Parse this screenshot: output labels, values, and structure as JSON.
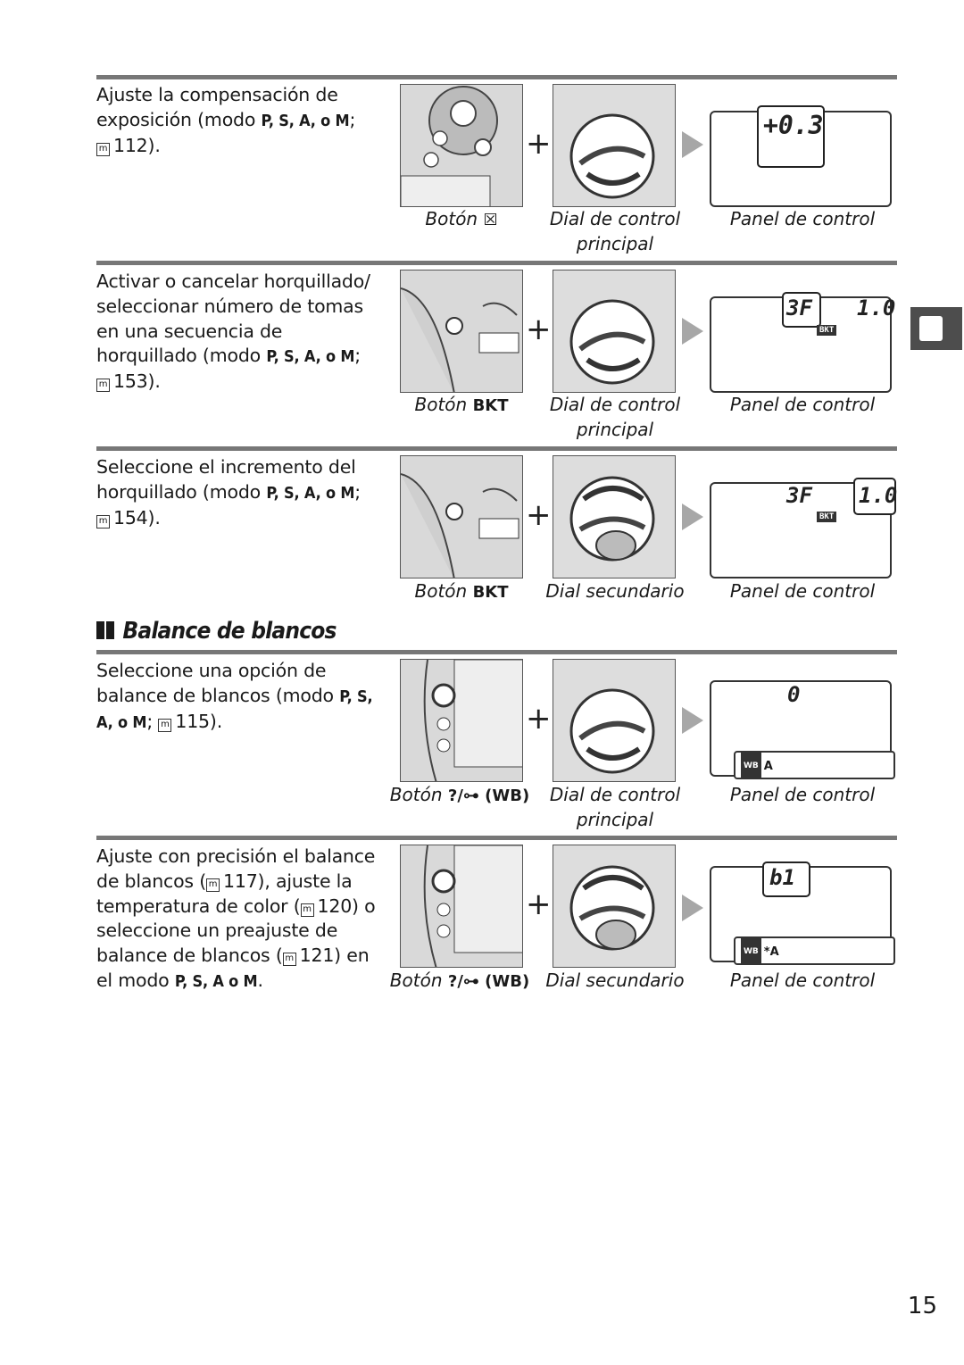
{
  "rows": [
    {
      "desc_before": "Ajuste la compensación de exposición (modo ",
      "modes": "P, S, A, o M",
      "desc_after": "; ",
      "ref_page": "112).",
      "captions": {
        "button": "Botón ",
        "button_symbol": "☒",
        "dial": "Dial de control principal",
        "panel": "Panel de control"
      },
      "lcd": "+0.3"
    },
    {
      "desc_before": "Activar o cancelar horquillado/ seleccionar número de tomas en una secuencia de horquillado (modo ",
      "modes": "P, S, A, o M",
      "desc_after": "; ",
      "ref_page": "153).",
      "captions": {
        "button": "Botón ",
        "button_symbol": "BKT",
        "dial": "Dial de control principal",
        "panel": "Panel de control"
      },
      "lcd_left": "3F",
      "lcd_right": "1.0"
    },
    {
      "desc_before": "Seleccione el incremento del horquillado (modo ",
      "modes": "P, S, A, o M",
      "desc_after": "; ",
      "ref_page": "154).",
      "captions": {
        "button": "Botón ",
        "button_symbol": "BKT",
        "dial": "Dial secundario",
        "panel": "Panel de control"
      },
      "lcd_left": "3F",
      "lcd_right": "1.0"
    },
    {
      "desc_before": "Seleccione una opción de balance de blancos (modo ",
      "modes": "P, S, A, o M",
      "desc_after": "; ",
      "ref_page": "115).",
      "captions": {
        "button": "Botón ",
        "button_symbol": "?/⊶ (WB)",
        "dial": "Dial de control principal",
        "panel": "Panel de control"
      },
      "lcd": "0",
      "wb": "A"
    },
    {
      "desc_before": "Ajuste con precisión el balance de blancos (",
      "ref1": "117), ajuste la temperatura de color (",
      "ref2": "120) o seleccione un preajuste de balance de blancos (",
      "ref3": "121) en el modo ",
      "modes": "P, S, A o M",
      "desc_after": ".",
      "captions": {
        "button": "Botón ",
        "button_symbol": "?/⊶ (WB)",
        "dial": "Dial secundario",
        "panel": "Panel de control"
      },
      "lcd": "b1",
      "wb": "*A"
    }
  ],
  "section_title": "Balance de blancos",
  "wb_tag": "WB",
  "bkt_tag": "BKT",
  "page_number": "15"
}
